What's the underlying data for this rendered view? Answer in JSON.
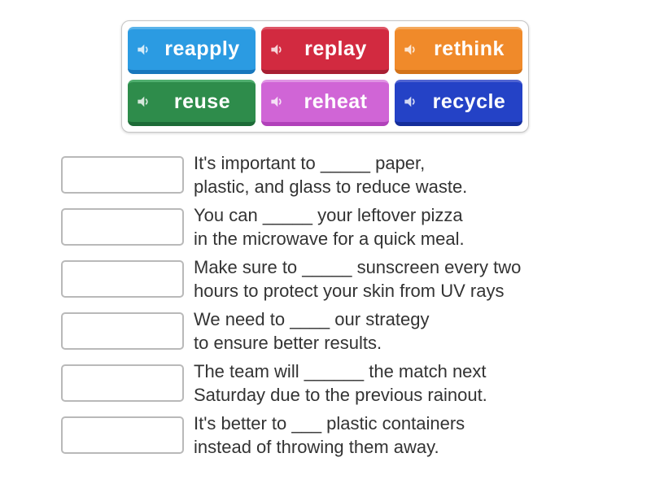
{
  "page": {
    "background": "#ffffff"
  },
  "word_bank": {
    "items": [
      {
        "label": "reapply",
        "icon": "speaker-icon",
        "colors": {
          "face": "#2b9be2",
          "highlight": "#5ab3ea",
          "shadow": "#1877bd"
        }
      },
      {
        "label": "replay",
        "icon": "speaker-icon",
        "colors": {
          "face": "#d22a40",
          "highlight": "#dd5565",
          "shadow": "#a81f33"
        }
      },
      {
        "label": "rethink",
        "icon": "speaker-icon",
        "colors": {
          "face": "#f08a2a",
          "highlight": "#f4a85c",
          "shadow": "#d3731a"
        }
      },
      {
        "label": "reuse",
        "icon": "speaker-icon",
        "colors": {
          "face": "#2e8c4b",
          "highlight": "#4fae6e",
          "shadow": "#1d6b37"
        }
      },
      {
        "label": "reheat",
        "icon": "speaker-icon",
        "colors": {
          "face": "#d065d6",
          "highlight": "#e094e4",
          "shadow": "#b141ba"
        }
      },
      {
        "label": "recycle",
        "icon": "speaker-icon",
        "colors": {
          "face": "#2442c6",
          "highlight": "#5064d2",
          "shadow": "#152e9b"
        }
      }
    ]
  },
  "questions": [
    {
      "line1": "It's important to _____ paper,",
      "line2": "plastic, and glass to reduce waste."
    },
    {
      "line1": "You can _____ your leftover pizza",
      "line2": "in the microwave for a quick meal."
    },
    {
      "line1": "Make sure to _____ sunscreen every two",
      "line2": "hours to protect your skin from UV rays"
    },
    {
      "line1": "We need to ____ our strategy",
      "line2": "to ensure better results."
    },
    {
      "line1": "The team will ______ the match next",
      "line2": "Saturday due to the previous rainout."
    },
    {
      "line1": "It's better to ___ plastic containers",
      "line2": "instead of throwing them away."
    }
  ]
}
